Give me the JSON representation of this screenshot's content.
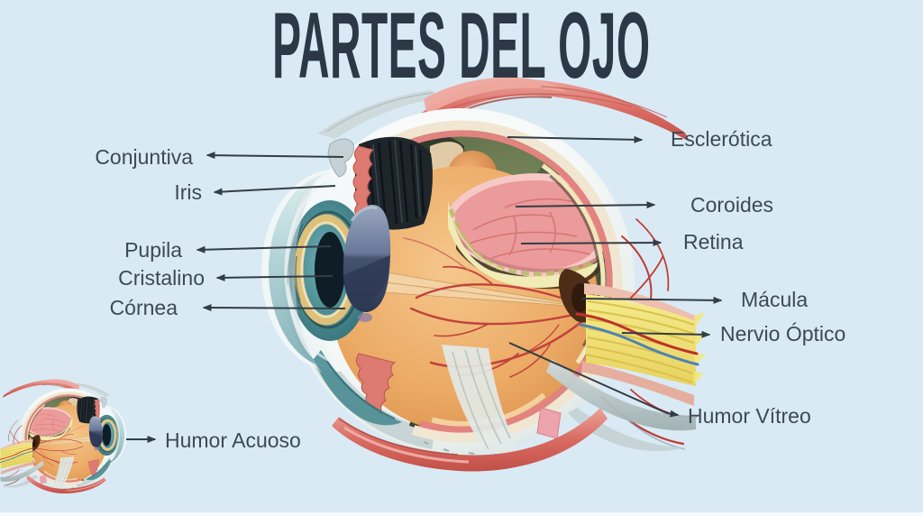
{
  "title": "PARTES DEL OJO",
  "labels": {
    "conjuntiva": "Conjuntiva",
    "iris": "Iris",
    "pupila": "Pupila",
    "cristalino": "Cristalino",
    "cornea": "Córnea",
    "esclerotica": "Esclerótica",
    "coroides": "Coroides",
    "retina": "Retina",
    "macula": "Mácula",
    "nervio_optico": "Nervio Óptico",
    "humor_vitreo": "Humor Vítreo",
    "humor_acuoso": "Humor Acuoso"
  },
  "colors": {
    "background": "#d9eaf4",
    "title_text": "#2c3845",
    "label_text": "#3e4954",
    "arrow": "#333d45"
  }
}
